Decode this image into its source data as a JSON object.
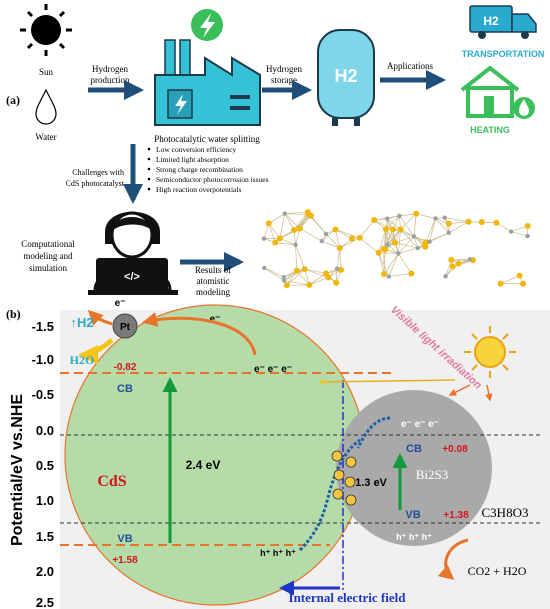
{
  "panel_a": {
    "label": "(a)",
    "sun_label": "Sun",
    "water_label": "Water",
    "hydrogen_production": [
      "Hydrogen",
      "production"
    ],
    "factory_caption": "Photocatalytic water splitting",
    "hydrogen_storage": [
      "Hydrogen",
      "storage"
    ],
    "tank_label": "H2",
    "applications": "Applications",
    "truck_label": "H2",
    "transportation": "TRANSPORTATION",
    "heating": "HEATING",
    "challenges": [
      "Challenges with",
      "CdS photocatalyst"
    ],
    "bullets": [
      "Low conversion efficiency",
      "Limited light absorption",
      "Strong charge recombination",
      "Semiconductor photocorrosion issues",
      "High reaction overpotentials"
    ],
    "computational": [
      "Computational",
      "modeling and",
      "simulation"
    ],
    "code_symbol": "</>",
    "results": [
      "Results of",
      "atomistic",
      "modeling"
    ]
  },
  "panel_b": {
    "label": "(b)",
    "ylabel": "Potential/eV vs.NHE",
    "yticks": [
      "-1.5",
      "-1.0",
      "-0.5",
      "0.0",
      "0.5",
      "1.0",
      "1.5",
      "2.0",
      "2.5"
    ],
    "h2": "↑H2",
    "h2o": "H2O",
    "pt": "Pt",
    "electron": "e⁻",
    "cds_cb_value": "-0.82",
    "cds_cb": "CB",
    "cds_vb": "VB",
    "cds_vb_value": "+1.58",
    "cds_name": "CdS",
    "cds_gap": "2.4 eV",
    "cds_electrons": "e⁻ e⁻ e⁻",
    "cds_holes": "h⁺ h⁺ h⁺",
    "bi_cb_value": "+0.08",
    "bi_cb": "CB",
    "bi_vb": "VB",
    "bi_vb_value": "+1.38",
    "bi_name": "Bi2S3",
    "bi_gap": "1.3 eV",
    "bi_electrons": "e⁻ e⁻ e⁻",
    "bi_holes": "h⁺ h⁺ h⁺",
    "visible_light": "Visible light irradiation",
    "glycerol": "C3H8O3",
    "products": "CO2 + H2O",
    "internal_field": "Internal electric field"
  },
  "colors": {
    "arrow_blue": "#1f4e79",
    "cds_fill": "#b5dba8",
    "bi_fill": "#a9a9a9",
    "orange": "#e8742a",
    "green_arrow": "#129a3a",
    "red_text": "#d4141b",
    "teal": "#2fa7c6",
    "field_blue": "#1f35c8"
  }
}
